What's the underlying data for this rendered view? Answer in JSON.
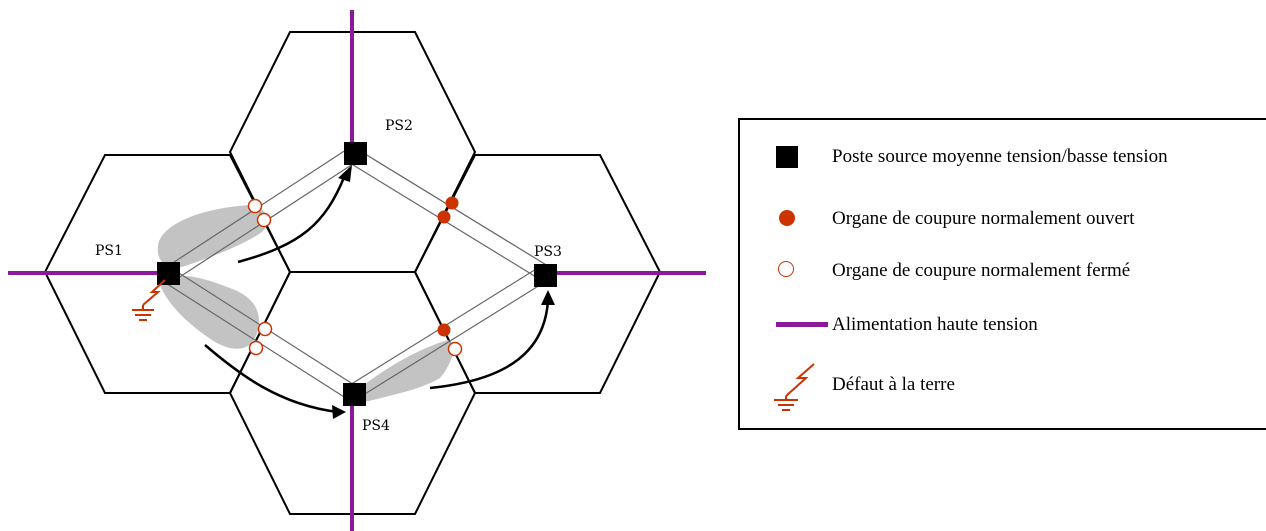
{
  "colors": {
    "feed_line": "#8b1a9b",
    "switch": "#cc3300",
    "fault": "#cc3300",
    "shade": "#bdbdbd",
    "hex": "#000000"
  },
  "stations": [
    {
      "id": "PS1",
      "label": "PS1"
    },
    {
      "id": "PS2",
      "label": "PS2"
    },
    {
      "id": "PS3",
      "label": "PS3"
    },
    {
      "id": "PS4",
      "label": "PS4"
    }
  ],
  "legend": {
    "items": [
      {
        "key": "station",
        "icon": "black-square-icon",
        "label": "Poste source moyenne tension/basse tension"
      },
      {
        "key": "open_switch",
        "icon": "filled-red-dot-icon",
        "label": "Organe de coupure normalement ouvert"
      },
      {
        "key": "closed_switch",
        "icon": "open-red-circle-icon",
        "label": "Organe de coupure normalement fermé"
      },
      {
        "key": "hv_feed",
        "icon": "purple-line-icon",
        "label": "Alimentation haute tension"
      },
      {
        "key": "earth_fault",
        "icon": "earth-fault-icon",
        "label": "Défaut à la terre"
      }
    ]
  }
}
